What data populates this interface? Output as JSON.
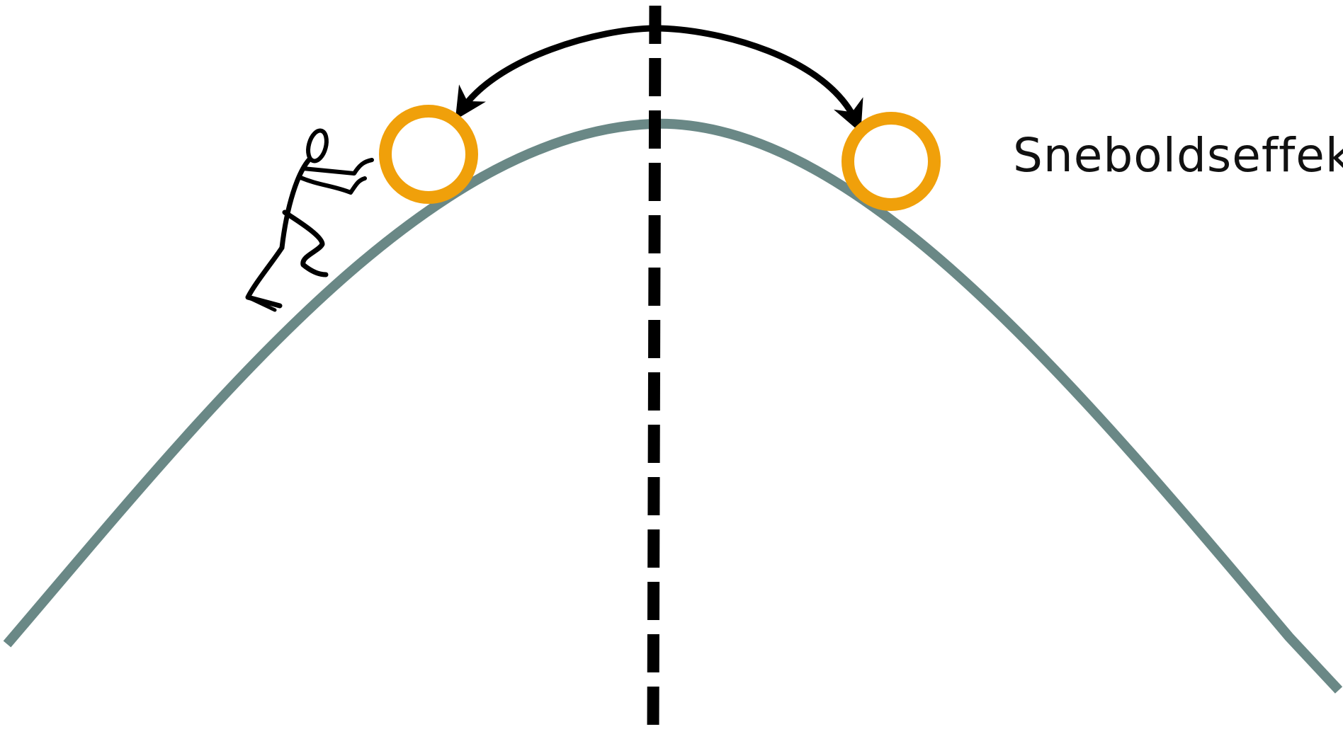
{
  "diagram": {
    "label": "Snebolds­effekt",
    "colors": {
      "hill": "#6a8886",
      "ball": "#f0a00a",
      "ball_fill": "#ffffff",
      "divider": "#000000",
      "arrow": "#000000",
      "figure": "#000000"
    },
    "elements": {
      "hill": "hill-curve",
      "divider": "dashed-divider",
      "arrow": "double-headed-arrow",
      "ball_left": "ball",
      "ball_right": "ball",
      "figure": "pushing-person-icon"
    }
  }
}
